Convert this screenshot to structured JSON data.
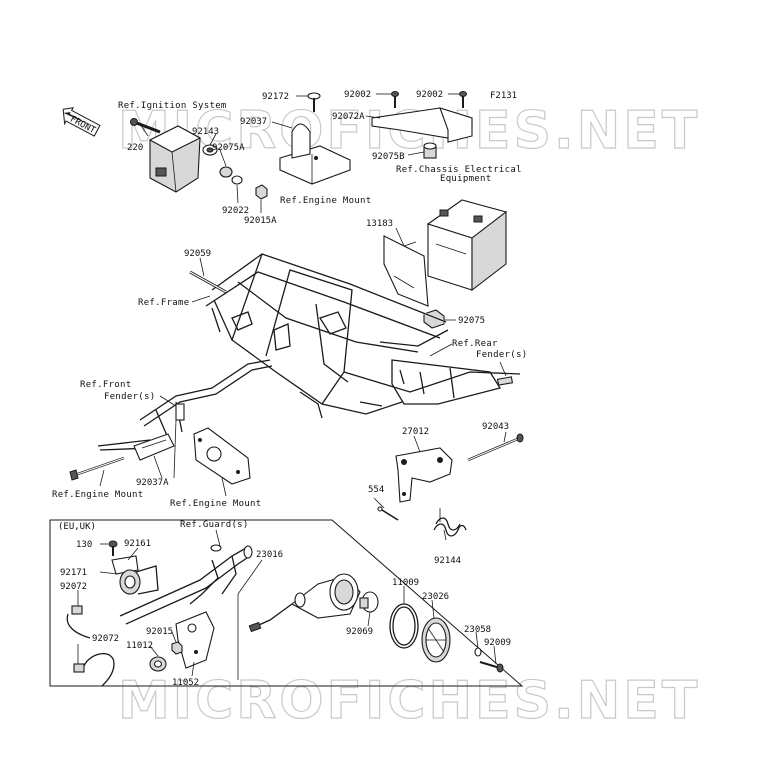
{
  "diagram_code": "F2131",
  "front_label": "FRONT",
  "watermarks": [
    "MICROFICHES.NET",
    "MICROFICHES.NET"
  ],
  "eu_uk_box_label": "(EU,UK)",
  "parts": [
    {
      "id": "p92172",
      "label": "92172"
    },
    {
      "id": "p92002a",
      "label": "92002"
    },
    {
      "id": "p92002b",
      "label": "92002"
    },
    {
      "id": "p92037",
      "label": "92037"
    },
    {
      "id": "p92072A",
      "label": "92072A"
    },
    {
      "id": "p92143",
      "label": "92143"
    },
    {
      "id": "p92075A",
      "label": "92075A"
    },
    {
      "id": "p220",
      "label": "220"
    },
    {
      "id": "p92022",
      "label": "92022"
    },
    {
      "id": "p92015A",
      "label": "92015A"
    },
    {
      "id": "p92075B",
      "label": "92075B"
    },
    {
      "id": "p13183",
      "label": "13183"
    },
    {
      "id": "p92059",
      "label": "92059"
    },
    {
      "id": "p92075",
      "label": "92075"
    },
    {
      "id": "p27012",
      "label": "27012"
    },
    {
      "id": "p92043",
      "label": "92043"
    },
    {
      "id": "p92037A",
      "label": "92037A"
    },
    {
      "id": "p554",
      "label": "554"
    },
    {
      "id": "p92144",
      "label": "92144"
    },
    {
      "id": "p130",
      "label": "130"
    },
    {
      "id": "p92161",
      "label": "92161"
    },
    {
      "id": "p92171",
      "label": "92171"
    },
    {
      "id": "p92072a",
      "label": "92072"
    },
    {
      "id": "p92072b",
      "label": "92072"
    },
    {
      "id": "p23016",
      "label": "23016"
    },
    {
      "id": "p11009",
      "label": "11009"
    },
    {
      "id": "p23026",
      "label": "23026"
    },
    {
      "id": "p92069",
      "label": "92069"
    },
    {
      "id": "p23058",
      "label": "23058"
    },
    {
      "id": "p92009",
      "label": "92009"
    },
    {
      "id": "p92015",
      "label": "92015"
    },
    {
      "id": "p11012",
      "label": "11012"
    },
    {
      "id": "p11052",
      "label": "11052"
    }
  ],
  "references": {
    "ignition_system": "Ref.Ignition System",
    "engine_mount_top": "Ref.Engine Mount",
    "chassis_electrical_1": "Ref.Chassis Electrical",
    "chassis_electrical_2": "Equipment",
    "frame": "Ref.Frame",
    "rear_fender_1": "Ref.Rear",
    "rear_fender_2": "Fender(s)",
    "front_fender_1": "Ref.Front",
    "front_fender_2": "Fender(s)",
    "engine_mount_left": "Ref.Engine Mount",
    "engine_mount_mid": "Ref.Engine Mount",
    "guard": "Ref.Guard(s)"
  }
}
